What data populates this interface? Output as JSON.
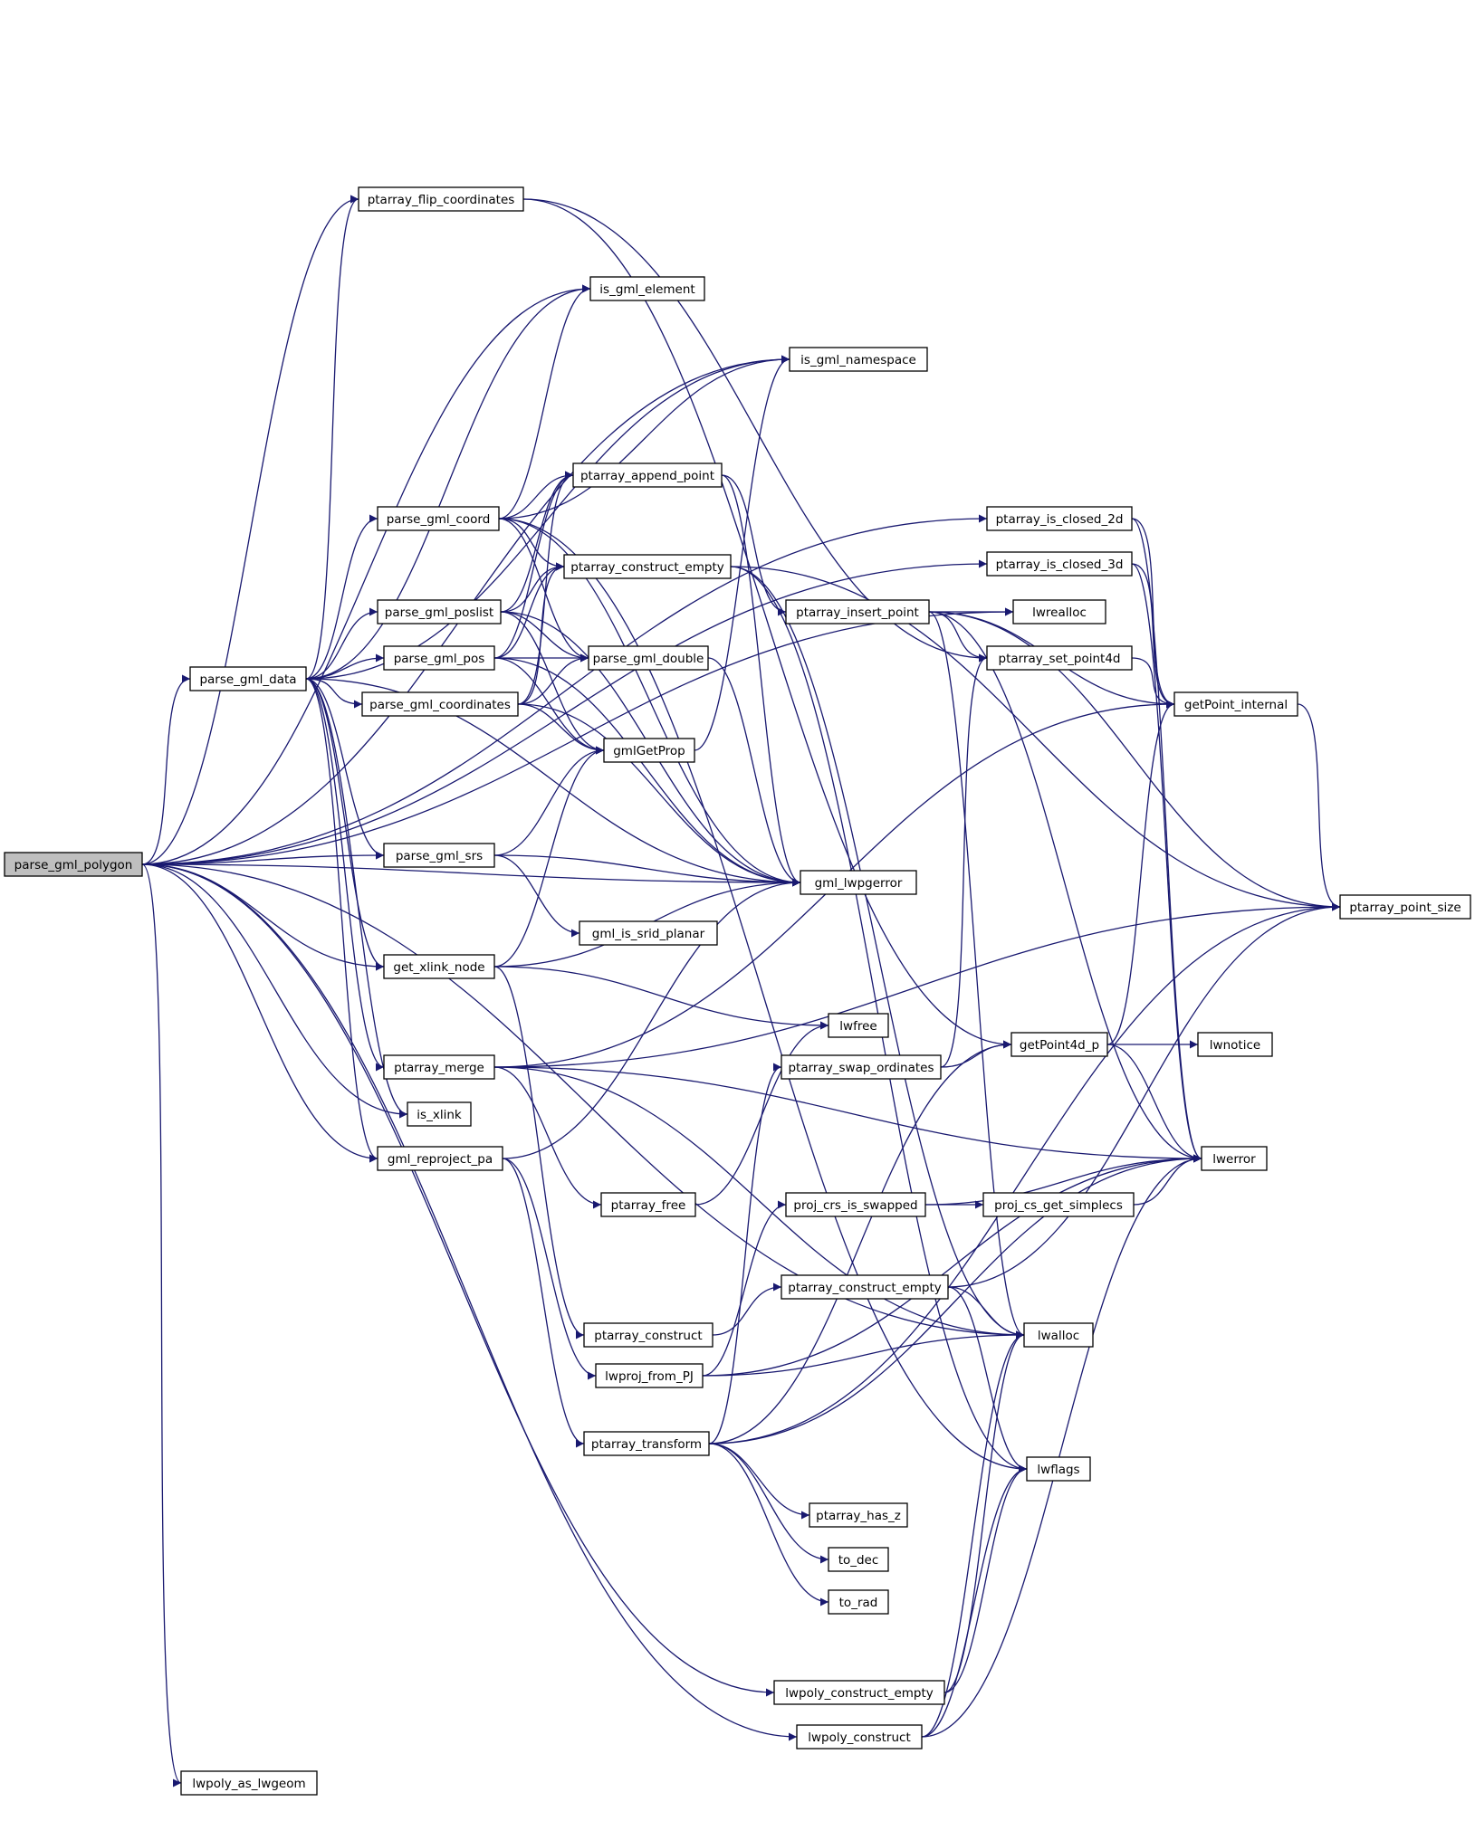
{
  "nodes": {
    "parse_gml_polygon": "parse_gml_polygon",
    "parse_gml_data": "parse_gml_data",
    "ptarray_flip_coordinates": "ptarray_flip_coordinates",
    "is_gml_element": "is_gml_element",
    "is_gml_namespace": "is_gml_namespace",
    "ptarray_append_point": "ptarray_append_point",
    "parse_gml_coord": "parse_gml_coord",
    "ptarray_construct_empty_a": "ptarray_construct_empty",
    "parse_gml_poslist": "parse_gml_poslist",
    "parse_gml_pos": "parse_gml_pos",
    "parse_gml_double": "parse_gml_double",
    "parse_gml_coordinates": "parse_gml_coordinates",
    "gmlGetProp": "gmlGetProp",
    "parse_gml_srs": "parse_gml_srs",
    "gml_lwpgerror": "gml_lwpgerror",
    "gml_is_srid_planar": "gml_is_srid_planar",
    "get_xlink_node": "get_xlink_node",
    "ptarray_merge": "ptarray_merge",
    "is_xlink": "is_xlink",
    "gml_reproject_pa": "gml_reproject_pa",
    "ptarray_is_closed_2d": "ptarray_is_closed_2d",
    "ptarray_is_closed_3d": "ptarray_is_closed_3d",
    "ptarray_insert_point": "ptarray_insert_point",
    "lwrealloc": "lwrealloc",
    "ptarray_set_point4d": "ptarray_set_point4d",
    "getPoint_internal": "getPoint_internal",
    "ptarray_point_size": "ptarray_point_size",
    "lwfree": "lwfree",
    "ptarray_swap_ordinates": "ptarray_swap_ordinates",
    "getPoint4d_p": "getPoint4d_p",
    "lwnotice": "lwnotice",
    "lwerror": "lwerror",
    "ptarray_free": "ptarray_free",
    "proj_crs_is_swapped": "proj_crs_is_swapped",
    "proj_cs_get_simplecs": "proj_cs_get_simplecs",
    "ptarray_construct_empty_b": "ptarray_construct_empty",
    "ptarray_construct": "ptarray_construct",
    "lwalloc": "lwalloc",
    "lwproj_from_PJ": "lwproj_from_PJ",
    "ptarray_transform": "ptarray_transform",
    "lwflags": "lwflags",
    "ptarray_has_z": "ptarray_has_z",
    "to_dec": "to_dec",
    "to_rad": "to_rad",
    "lwpoly_construct_empty": "lwpoly_construct_empty",
    "lwpoly_construct": "lwpoly_construct",
    "lwpoly_as_lwgeom": "lwpoly_as_lwgeom"
  },
  "edges": [
    [
      "parse_gml_polygon",
      "parse_gml_data"
    ],
    [
      "parse_gml_polygon",
      "ptarray_flip_coordinates"
    ],
    [
      "parse_gml_polygon",
      "is_gml_element"
    ],
    [
      "parse_gml_polygon",
      "is_gml_namespace"
    ],
    [
      "parse_gml_polygon",
      "parse_gml_srs"
    ],
    [
      "parse_gml_polygon",
      "gml_lwpgerror"
    ],
    [
      "parse_gml_polygon",
      "get_xlink_node"
    ],
    [
      "parse_gml_polygon",
      "is_xlink"
    ],
    [
      "parse_gml_polygon",
      "gml_reproject_pa"
    ],
    [
      "parse_gml_polygon",
      "ptarray_is_closed_2d"
    ],
    [
      "parse_gml_polygon",
      "ptarray_is_closed_3d"
    ],
    [
      "parse_gml_polygon",
      "lwrealloc"
    ],
    [
      "parse_gml_polygon",
      "lwalloc"
    ],
    [
      "parse_gml_polygon",
      "lwpoly_construct_empty"
    ],
    [
      "parse_gml_polygon",
      "lwpoly_construct"
    ],
    [
      "parse_gml_polygon",
      "lwpoly_as_lwgeom"
    ],
    [
      "parse_gml_data",
      "ptarray_flip_coordinates"
    ],
    [
      "parse_gml_data",
      "is_gml_element"
    ],
    [
      "parse_gml_data",
      "is_gml_namespace"
    ],
    [
      "parse_gml_data",
      "parse_gml_coord"
    ],
    [
      "parse_gml_data",
      "parse_gml_poslist"
    ],
    [
      "parse_gml_data",
      "parse_gml_pos"
    ],
    [
      "parse_gml_data",
      "parse_gml_coordinates"
    ],
    [
      "parse_gml_data",
      "parse_gml_srs"
    ],
    [
      "parse_gml_data",
      "gml_lwpgerror"
    ],
    [
      "parse_gml_data",
      "get_xlink_node"
    ],
    [
      "parse_gml_data",
      "ptarray_merge"
    ],
    [
      "parse_gml_data",
      "is_xlink"
    ],
    [
      "parse_gml_data",
      "gml_reproject_pa"
    ],
    [
      "ptarray_flip_coordinates",
      "getPoint4d_p"
    ],
    [
      "ptarray_flip_coordinates",
      "ptarray_set_point4d"
    ],
    [
      "parse_gml_coord",
      "is_gml_element"
    ],
    [
      "parse_gml_coord",
      "is_gml_namespace"
    ],
    [
      "parse_gml_coord",
      "ptarray_append_point"
    ],
    [
      "parse_gml_coord",
      "ptarray_construct_empty_a"
    ],
    [
      "parse_gml_coord",
      "parse_gml_double"
    ],
    [
      "parse_gml_coord",
      "gml_lwpgerror"
    ],
    [
      "parse_gml_coord",
      "lwflags"
    ],
    [
      "parse_gml_poslist",
      "ptarray_append_point"
    ],
    [
      "parse_gml_poslist",
      "ptarray_construct_empty_a"
    ],
    [
      "parse_gml_poslist",
      "parse_gml_double"
    ],
    [
      "parse_gml_poslist",
      "gmlGetProp"
    ],
    [
      "parse_gml_poslist",
      "gml_lwpgerror"
    ],
    [
      "parse_gml_pos",
      "ptarray_append_point"
    ],
    [
      "parse_gml_pos",
      "ptarray_construct_empty_a"
    ],
    [
      "parse_gml_pos",
      "parse_gml_double"
    ],
    [
      "parse_gml_pos",
      "gmlGetProp"
    ],
    [
      "parse_gml_pos",
      "gml_lwpgerror"
    ],
    [
      "parse_gml_coordinates",
      "ptarray_append_point"
    ],
    [
      "parse_gml_coordinates",
      "ptarray_construct_empty_a"
    ],
    [
      "parse_gml_coordinates",
      "parse_gml_double"
    ],
    [
      "parse_gml_coordinates",
      "gmlGetProp"
    ],
    [
      "parse_gml_coordinates",
      "gml_lwpgerror"
    ],
    [
      "ptarray_append_point",
      "ptarray_insert_point"
    ],
    [
      "ptarray_append_point",
      "gml_lwpgerror"
    ],
    [
      "ptarray_construct_empty_a",
      "lwalloc"
    ],
    [
      "ptarray_construct_empty_a",
      "lwflags"
    ],
    [
      "ptarray_construct_empty_a",
      "ptarray_point_size"
    ],
    [
      "ptarray_insert_point",
      "lwrealloc"
    ],
    [
      "ptarray_insert_point",
      "ptarray_set_point4d"
    ],
    [
      "ptarray_insert_point",
      "getPoint_internal"
    ],
    [
      "ptarray_insert_point",
      "ptarray_point_size"
    ],
    [
      "ptarray_insert_point",
      "lwerror"
    ],
    [
      "ptarray_insert_point",
      "lwalloc"
    ],
    [
      "parse_gml_double",
      "gml_lwpgerror"
    ],
    [
      "gmlGetProp",
      "is_gml_namespace"
    ],
    [
      "parse_gml_srs",
      "gmlGetProp"
    ],
    [
      "parse_gml_srs",
      "gml_lwpgerror"
    ],
    [
      "parse_gml_srs",
      "gml_is_srid_planar"
    ],
    [
      "get_xlink_node",
      "gmlGetProp"
    ],
    [
      "get_xlink_node",
      "gml_lwpgerror"
    ],
    [
      "get_xlink_node",
      "lwfree"
    ],
    [
      "get_xlink_node",
      "ptarray_construct"
    ],
    [
      "ptarray_merge",
      "getPoint_internal"
    ],
    [
      "ptarray_merge",
      "ptarray_point_size"
    ],
    [
      "ptarray_merge",
      "ptarray_free"
    ],
    [
      "ptarray_merge",
      "lwerror"
    ],
    [
      "ptarray_merge",
      "lwalloc"
    ],
    [
      "gml_reproject_pa",
      "gml_lwpgerror"
    ],
    [
      "gml_reproject_pa",
      "lwproj_from_PJ"
    ],
    [
      "gml_reproject_pa",
      "ptarray_transform"
    ],
    [
      "ptarray_is_closed_2d",
      "getPoint_internal"
    ],
    [
      "ptarray_is_closed_2d",
      "lwerror"
    ],
    [
      "ptarray_is_closed_3d",
      "getPoint_internal"
    ],
    [
      "ptarray_is_closed_3d",
      "lwerror"
    ],
    [
      "ptarray_set_point4d",
      "getPoint_internal"
    ],
    [
      "getPoint_internal",
      "ptarray_point_size"
    ],
    [
      "getPoint4d_p",
      "getPoint_internal"
    ],
    [
      "getPoint4d_p",
      "lwnotice"
    ],
    [
      "getPoint4d_p",
      "lwerror"
    ],
    [
      "ptarray_swap_ordinates",
      "getPoint4d_p"
    ],
    [
      "ptarray_swap_ordinates",
      "ptarray_set_point4d"
    ],
    [
      "ptarray_free",
      "lwfree"
    ],
    [
      "proj_crs_is_swapped",
      "proj_cs_get_simplecs"
    ],
    [
      "proj_crs_is_swapped",
      "lwerror"
    ],
    [
      "proj_cs_get_simplecs",
      "lwerror"
    ],
    [
      "ptarray_construct",
      "ptarray_construct_empty_b"
    ],
    [
      "ptarray_construct_empty_b",
      "lwalloc"
    ],
    [
      "ptarray_construct_empty_b",
      "lwflags"
    ],
    [
      "ptarray_construct_empty_b",
      "ptarray_point_size"
    ],
    [
      "lwproj_from_PJ",
      "proj_crs_is_swapped"
    ],
    [
      "lwproj_from_PJ",
      "lwalloc"
    ],
    [
      "lwproj_from_PJ",
      "lwerror"
    ],
    [
      "ptarray_transform",
      "ptarray_swap_ordinates"
    ],
    [
      "ptarray_transform",
      "getPoint4d_p"
    ],
    [
      "ptarray_transform",
      "lwerror"
    ],
    [
      "ptarray_transform",
      "ptarray_point_size"
    ],
    [
      "ptarray_transform",
      "ptarray_has_z"
    ],
    [
      "ptarray_transform",
      "to_dec"
    ],
    [
      "ptarray_transform",
      "to_rad"
    ],
    [
      "lwpoly_construct_empty",
      "lwalloc"
    ],
    [
      "lwpoly_construct_empty",
      "lwflags"
    ],
    [
      "lwpoly_construct",
      "lwalloc"
    ],
    [
      "lwpoly_construct",
      "lwflags"
    ],
    [
      "lwpoly_construct",
      "lwerror"
    ]
  ]
}
